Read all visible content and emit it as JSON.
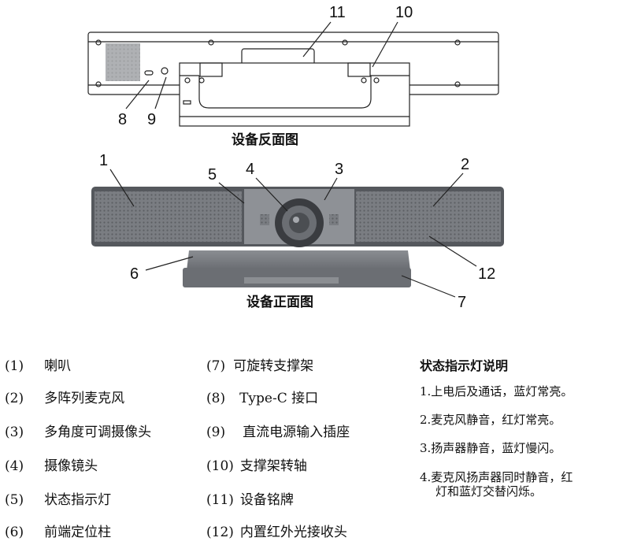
{
  "back_view": {
    "caption": "设备反面图",
    "callouts": [
      "11",
      "10",
      "8",
      "9"
    ]
  },
  "front_view": {
    "caption": "设备正面图",
    "callouts": [
      "1",
      "5",
      "4",
      "3",
      "2",
      "6",
      "12",
      "7"
    ]
  },
  "parts_left": [
    {
      "num": "(1)",
      "name": "喇叭"
    },
    {
      "num": "(2)",
      "name": "多阵列麦克风"
    },
    {
      "num": "(3)",
      "name": "多角度可调摄像头"
    },
    {
      "num": "(4)",
      "name": "摄像镜头"
    },
    {
      "num": "(5)",
      "name": "状态指示灯"
    },
    {
      "num": "(6)",
      "name": "前端定位柱"
    }
  ],
  "parts_right": [
    {
      "num": "(7)",
      "name": "可旋转支撑架"
    },
    {
      "num": "(8)",
      "name": "Type-C 接口"
    },
    {
      "num": "(9)",
      "name": "直流电源输入插座"
    },
    {
      "num": "(10)",
      "name": "支撑架转轴"
    },
    {
      "num": "(11)",
      "name": "设备铭牌"
    },
    {
      "num": "(12)",
      "name": "内置红外光接收头"
    }
  ],
  "status": {
    "title": "状态指示灯说明",
    "items": [
      "1.上电后及通话，蓝灯常亮。",
      "2.麦克风静音，红灯常亮。",
      "3.扬声器静音，蓝灯慢闪。",
      "4.麦克风扬声器同时静音，红",
      "灯和蓝灯交替闪烁。"
    ]
  }
}
